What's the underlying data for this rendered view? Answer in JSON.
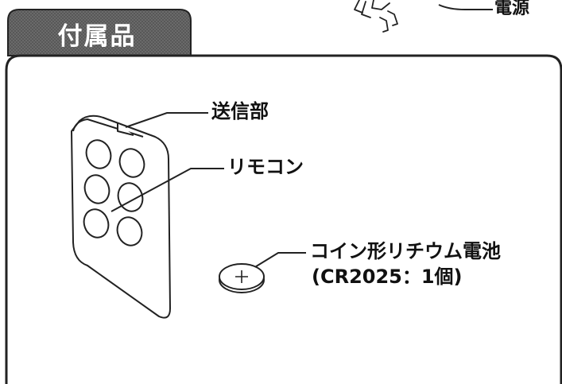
{
  "section": {
    "title": "付属品"
  },
  "labels": {
    "power_cut": "電源",
    "transmitter": "送信部",
    "remote": "リモコン",
    "battery_name": "コイン形リチウム電池",
    "battery_spec": "(CR2025：1個)"
  },
  "colors": {
    "tab_fill": "#5a5a5a",
    "ink": "#111111",
    "frame": "#222222"
  }
}
